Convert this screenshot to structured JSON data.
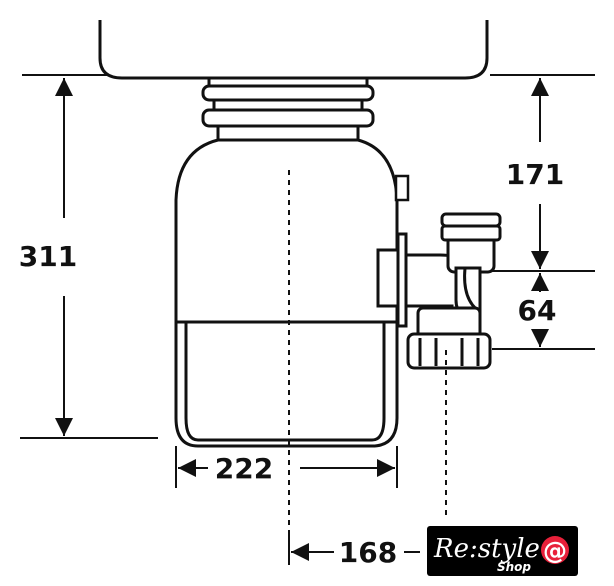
{
  "dimensions": {
    "height_total": "311",
    "sink_to_outlet": "171",
    "outlet_drop": "64",
    "body_width": "222",
    "center_to_outlet": "168"
  },
  "brand": {
    "name": "Re:style",
    "sub": "Shop",
    "symbol": "@",
    "background": "#000000",
    "accent": "#e8203a"
  }
}
